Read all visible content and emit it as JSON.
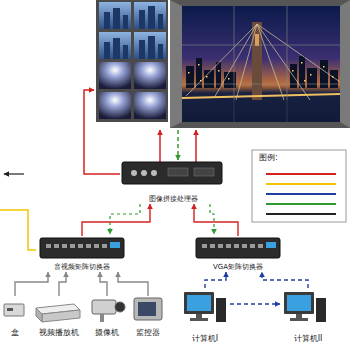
{
  "diagram": {
    "nodes": [
      {
        "text": [
          "图像拼接处理器"
        ]
      },
      {
        "text": [
          "图例:"
        ]
      },
      {
        "text": [
          "音视频矩阵切换器"
        ]
      },
      {
        "text": [
          "VGA矩阵切换器"
        ]
      },
      {
        "text": [
          "盒"
        ]
      },
      {
        "text": [
          "视频播放机"
        ]
      },
      {
        "text": [
          "摄像机"
        ]
      },
      {
        "text": [
          "监控器"
        ]
      },
      {
        "text": [
          "计算机I"
        ]
      },
      {
        "text": [
          "计算机II"
        ]
      }
    ],
    "edges": [
      {
        "from": 2,
        "to": 0,
        "arrow": "to"
      },
      {
        "from": 3,
        "to": 0,
        "arrow": "to"
      },
      {
        "from": 4,
        "to": 2,
        "arrow": "to"
      },
      {
        "from": 5,
        "to": 2,
        "arrow": "to"
      },
      {
        "from": 6,
        "to": 2,
        "arrow": "to"
      },
      {
        "from": 7,
        "to": 2,
        "arrow": "to"
      },
      {
        "from": 8,
        "to": 3,
        "arrow": "to"
      },
      {
        "from": 9,
        "to": 3,
        "arrow": "to"
      },
      {
        "from": 8,
        "to": 9,
        "arrow": "to"
      }
    ]
  }
}
